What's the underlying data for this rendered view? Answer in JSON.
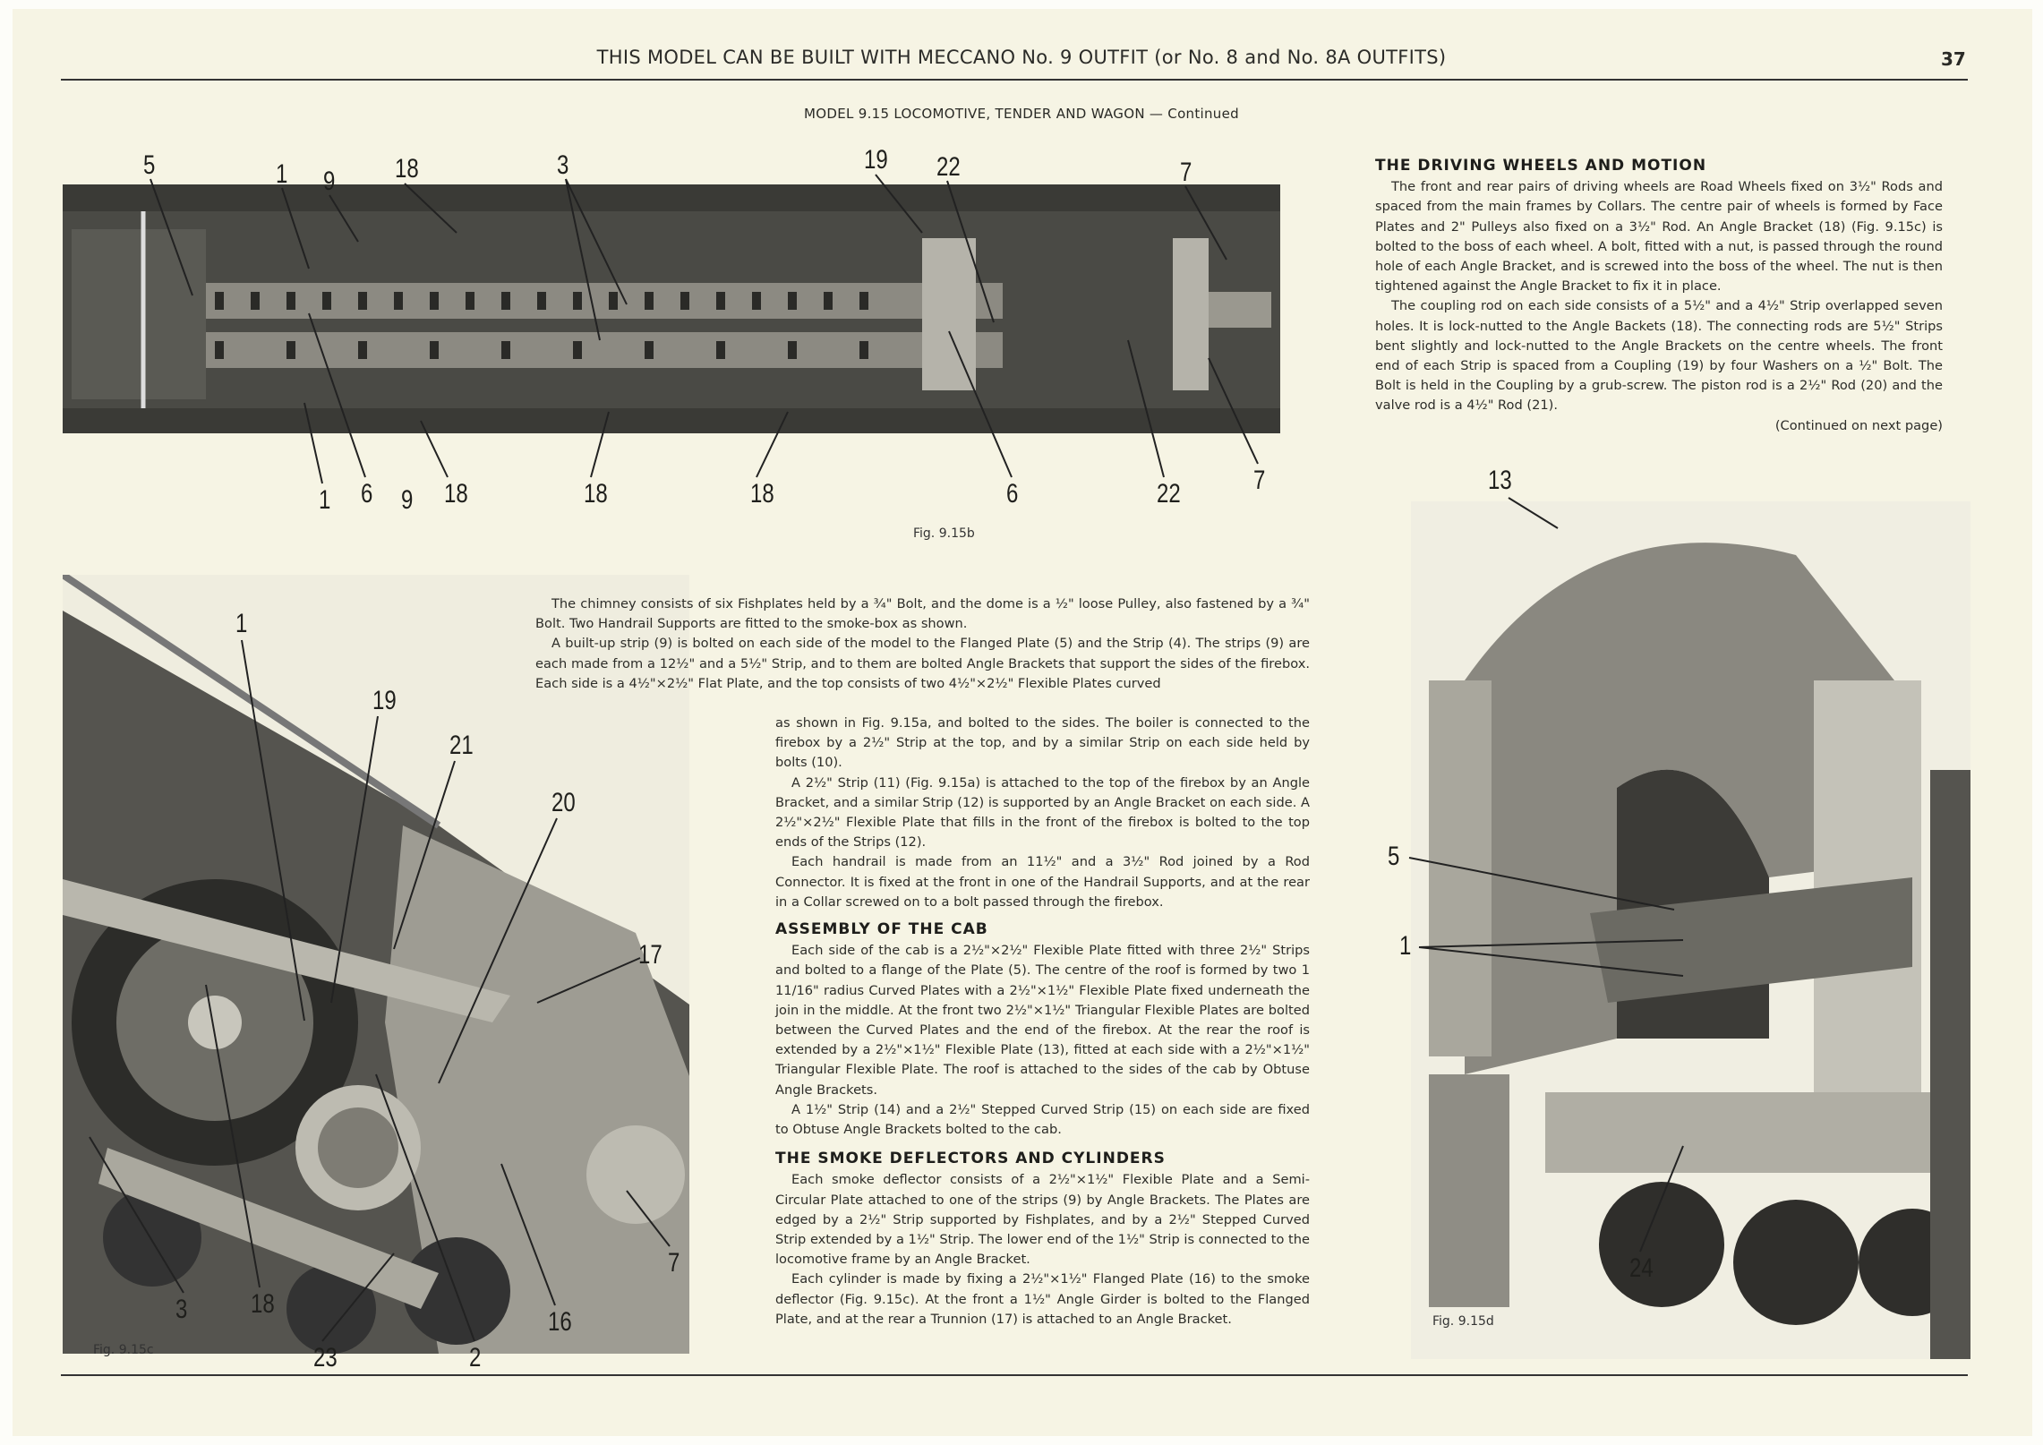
{
  "header": {
    "title": "THIS MODEL CAN BE BUILT WITH MECCANO No. 9 OUTFIT (or No. 8 and No. 8A OUTFITS)",
    "page_number": "37"
  },
  "subtitle": "MODEL 9.15  LOCOMOTIVE, TENDER AND WAGON — Continued",
  "figures": {
    "b": {
      "caption": "Fig. 9.15b",
      "callouts_top": [
        "5",
        "1",
        "9",
        "18",
        "3",
        "19",
        "22",
        "7"
      ],
      "callouts_bottom": [
        "1",
        "6",
        "9",
        "18",
        "18",
        "18",
        "6",
        "22",
        "7"
      ]
    },
    "c": {
      "caption": "Fig. 9.15c",
      "callouts": [
        "1",
        "19",
        "21",
        "20",
        "17",
        "3",
        "18",
        "23",
        "2",
        "16",
        "7"
      ]
    },
    "d": {
      "caption": "Fig. 9.15d",
      "callouts": [
        "13",
        "5",
        "1",
        "24"
      ]
    }
  },
  "driving": {
    "heading": "THE DRIVING WHEELS AND MOTION",
    "paragraphs": [
      "The front and rear pairs of driving wheels are Road Wheels fixed on 3½\" Rods and spaced from the main frames by Collars. The centre pair of wheels is formed by Face Plates and 2\" Pulleys also fixed on a 3½\" Rod. An Angle Bracket (18) (Fig. 9.15c) is bolted to the boss of each wheel.  A bolt, fitted with a nut, is passed through the round hole of each Angle Bracket, and is screwed into the boss of the wheel. The nut is then tightened against the Angle Bracket to fix it in place.",
      "The coupling rod on each side consists of a 5½\" and a 4½\" Strip overlapped seven holes. It is lock-nutted to the Angle Backets (18). The connecting rods are 5½\" Strips bent slightly and lock-nutted to the Angle Brackets on the centre wheels. The front end of each Strip is spaced from a Coupling (19) by four Washers on a ½\" Bolt. The Bolt is held in the Coupling by a grub-screw. The piston rod is a 2½\" Rod (20) and the valve rod is a 4½\" Rod (21)."
    ],
    "continued": "(Continued on next page)"
  },
  "middle": {
    "paragraphs_wide": [
      "The chimney consists of six Fishplates held by a ¾\" Bolt, and the dome is a ½\" loose Pulley, also fastened by a ¾\" Bolt. Two Handrail Supports are fitted to the smoke-box as shown.",
      "A built-up strip (9) is bolted on each side of the model to the Flanged Plate (5) and the Strip (4). The strips (9) are each made from a 12½\" and a 5½\" Strip, and to them are bolted Angle Brackets that support the sides of the firebox. Each side is a 4½\"×2½\" Flat Plate, and the top consists of two 4½\"×2½\" Flexible Plates curved"
    ],
    "paragraphs_narrow": [
      "as shown in Fig. 9.15a, and bolted to the sides. The boiler is connected to the firebox by a 2½\" Strip at the top, and by a similar Strip on each side held by bolts (10).",
      "A 2½\" Strip (11) (Fig. 9.15a) is attached to the top of the firebox by an Angle Bracket, and a similar Strip (12) is supported by an Angle Bracket on each side. A 2½\"×2½\" Flexible Plate that fills in the front of the firebox is bolted to the top ends of the Strips (12).",
      "Each handrail is made from an 11½\" and a 3½\" Rod joined by a Rod Connector. It is fixed at the front in one of the Handrail Supports, and at the rear in a Collar screwed on to a bolt passed through the firebox."
    ]
  },
  "cab": {
    "heading": "ASSEMBLY OF THE CAB",
    "paragraphs": [
      "Each side of the cab is a 2½\"×2½\" Flexible Plate fitted with three 2½\" Strips and bolted to a flange of the Plate (5). The centre of the roof is formed by two 1 11/16\" radius Curved Plates with a 2½\"×1½\" Flexible Plate fixed underneath the join in the middle. At the front two 2½\"×1½\" Triangular Flexible Plates are bolted between the Curved Plates and the end of the firebox. At the rear the roof is extended by a 2½\"×1½\" Flexible Plate (13), fitted at each side with a 2½\"×1½\" Triangular Flexible Plate. The roof is attached to the sides of the cab by Obtuse Angle Brackets.",
      "A 1½\" Strip (14) and a 2½\" Stepped Curved Strip (15) on each side are fixed to Obtuse Angle Brackets bolted to the cab."
    ]
  },
  "smoke": {
    "heading": "THE SMOKE DEFLECTORS AND CYLINDERS",
    "paragraphs": [
      "Each smoke deflector consists of a 2½\"×1½\" Flexible Plate and a Semi-Circular Plate attached to one of the strips (9) by Angle Brackets. The Plates are edged by a 2½\" Strip supported by Fishplates, and by a 2½\" Stepped Curved Strip extended by a 1½\" Strip. The lower end of the 1½\" Strip is connected to the locomotive frame by an Angle Bracket.",
      "Each cylinder is made by fixing a 2½\"×1½\" Flanged Plate (16) to the smoke deflector (Fig. 9.15c). At the front a 1½\" Angle Girder is bolted to the Flanged Plate, and at the rear a Trunnion (17) is attached to an Angle Bracket."
    ]
  }
}
